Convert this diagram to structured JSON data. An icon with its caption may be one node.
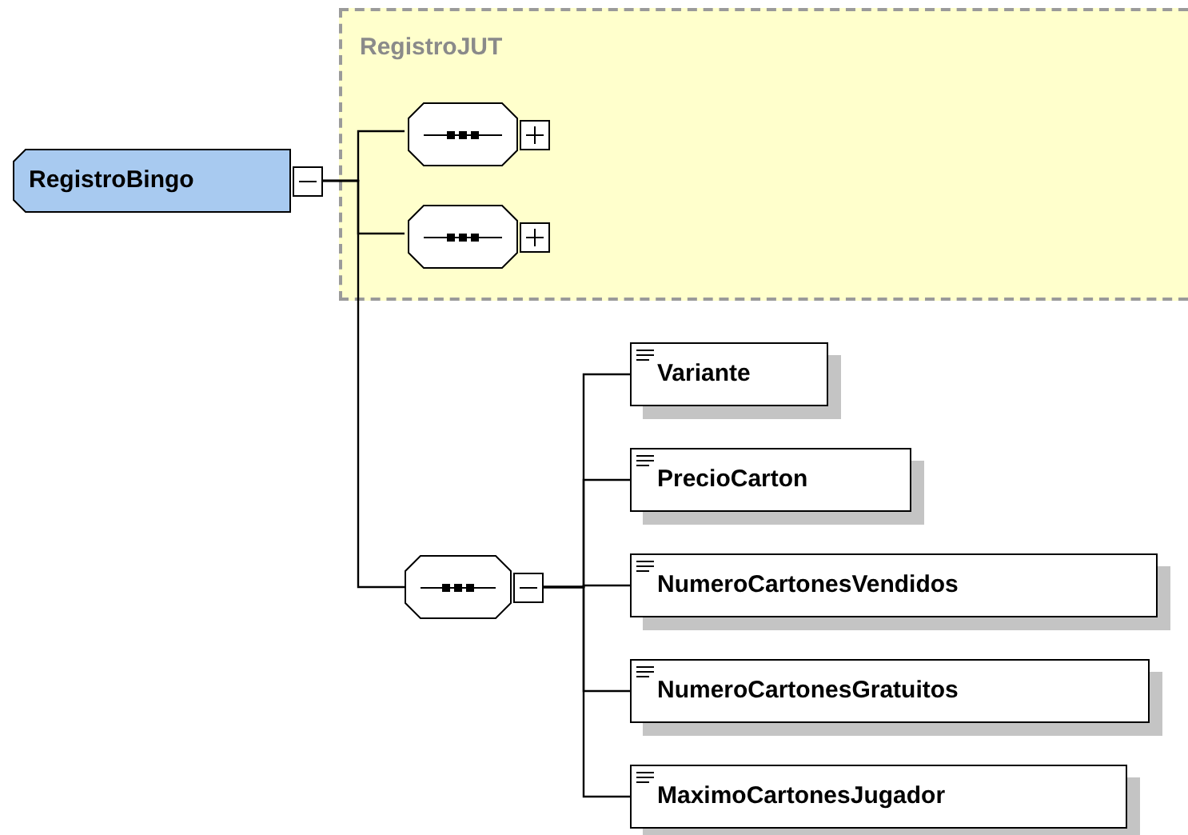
{
  "diagram": {
    "nodes": [
      {
        "text": [
          "RegistroBingo"
        ]
      },
      {
        "text": [
          "RegistroJUT"
        ]
      },
      {
        "text": [],
        "shape": "octagon",
        "in": 1
      },
      {
        "text": [],
        "shape": "octagon",
        "in": 1
      },
      {
        "text": [],
        "shape": "octagon"
      },
      {
        "text": [
          "Variante"
        ]
      },
      {
        "text": [
          "PrecioCarton"
        ]
      },
      {
        "text": [
          "NumeroCartonesVendidos"
        ]
      },
      {
        "text": [
          "NumeroCartonesGratuitos"
        ]
      },
      {
        "text": [
          "MaximoCartonesJugador"
        ]
      }
    ],
    "edges": [
      {
        "from": 0,
        "to": 2,
        "arrow": "none"
      },
      {
        "from": 0,
        "to": 3,
        "arrow": "none"
      },
      {
        "from": 0,
        "to": 4,
        "arrow": "none"
      },
      {
        "from": 4,
        "to": 5,
        "arrow": "none"
      },
      {
        "from": 4,
        "to": 6,
        "arrow": "none"
      },
      {
        "from": 4,
        "to": 7,
        "arrow": "none"
      },
      {
        "from": 4,
        "to": 8,
        "arrow": "none"
      },
      {
        "from": 4,
        "to": 9,
        "arrow": "none"
      }
    ]
  }
}
